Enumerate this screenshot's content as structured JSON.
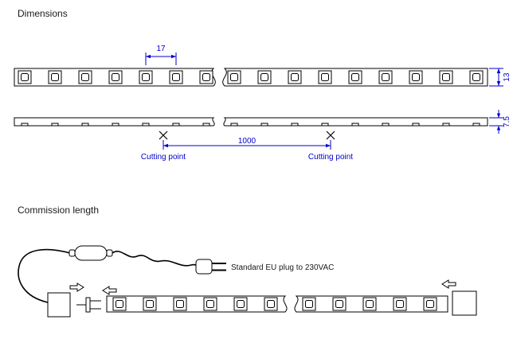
{
  "sections": {
    "dimensions": {
      "heading": "Dimensions"
    },
    "commission": {
      "heading": "Commission length"
    }
  },
  "dims": {
    "pitch": "17",
    "width": "13",
    "height": "7.5",
    "cut_length": "1000",
    "cutting_point_left": "Cutting point",
    "cutting_point_right": "Cutting point"
  },
  "commission": {
    "plug_note": "Standard EU plug to 230VAC"
  },
  "colors": {
    "line": "#000000",
    "dimension": "#0000cc",
    "background": "#ffffff"
  }
}
